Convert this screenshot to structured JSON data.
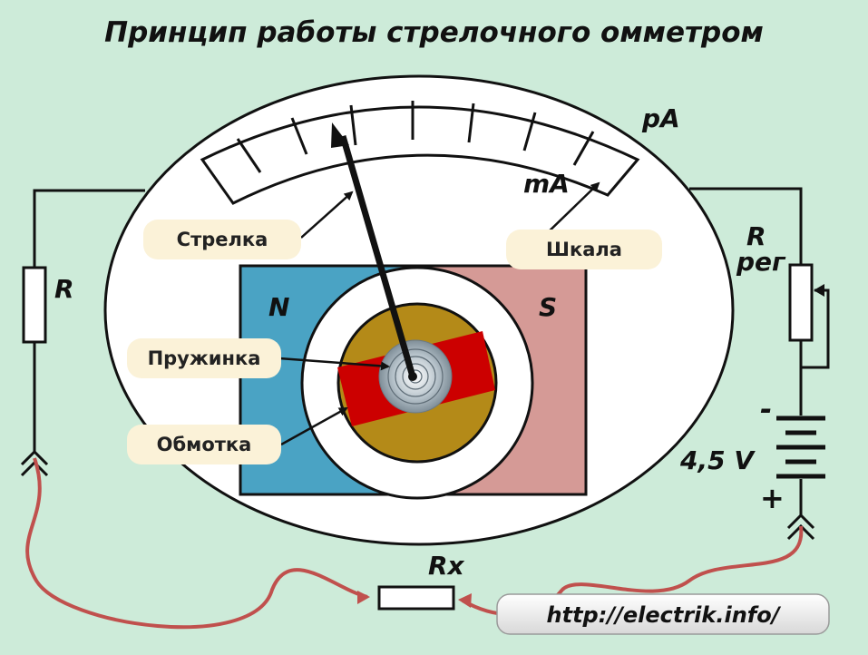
{
  "title": "Принцип работы стрелочного омметром",
  "scale": {
    "top_unit": "pA",
    "inner_unit": "mA"
  },
  "magnet": {
    "north": "N",
    "south": "S"
  },
  "callouts": {
    "needle": "Стрелка",
    "scale": "Шкала",
    "spring": "Пружинка",
    "winding": "Обмотка"
  },
  "components": {
    "resistor_left": "R",
    "rheostat_line1": "R",
    "rheostat_line2": "рег",
    "battery_voltage": "4,5 V",
    "battery_minus": "-",
    "battery_plus": "+",
    "unknown_resistor": "Rx"
  },
  "watermark": "http://electrik.info/",
  "colors": {
    "background": "#cdebd9",
    "north_pole": "#4aa3c4",
    "south_pole": "#d59a96",
    "coil_ring": "#b48a18",
    "winding": "#cc0000",
    "test_leads": "#c0504d"
  }
}
